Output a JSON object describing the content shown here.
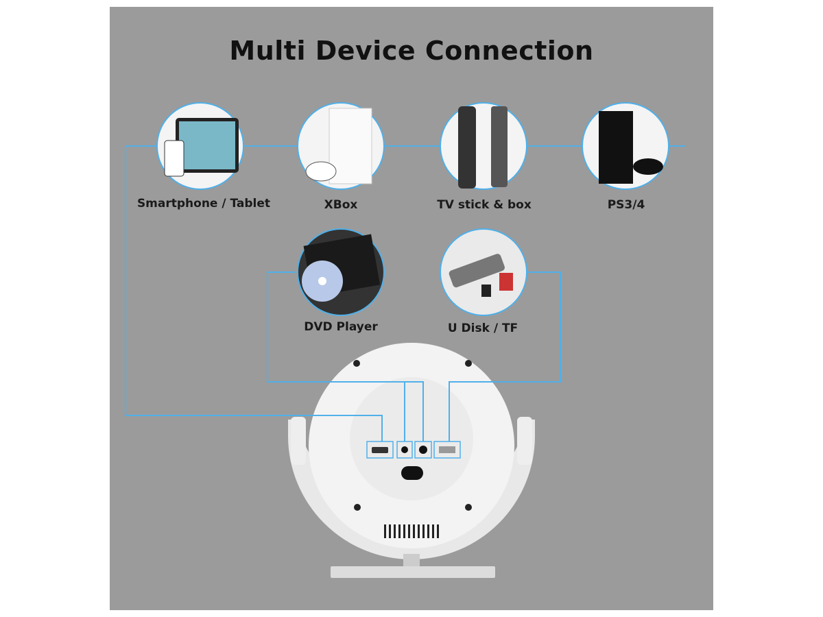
{
  "title": "Multi Device Connection",
  "devices": [
    {
      "label": "Smartphone / Tablet",
      "icon": "tablet-smartphone-icon"
    },
    {
      "label": "XBox",
      "icon": "xbox-console-icon"
    },
    {
      "label": "TV stick & box",
      "icon": "tv-remote-icon"
    },
    {
      "label": "PS3/4",
      "icon": "playstation-console-icon"
    },
    {
      "label": "DVD Player",
      "icon": "dvd-drive-icon"
    },
    {
      "label": "U Disk / TF",
      "icon": "card-reader-icon"
    }
  ],
  "colors": {
    "background": "#9b9b9b",
    "connector_line": "#4fb0ea",
    "device_body": "#f2f2f2"
  }
}
